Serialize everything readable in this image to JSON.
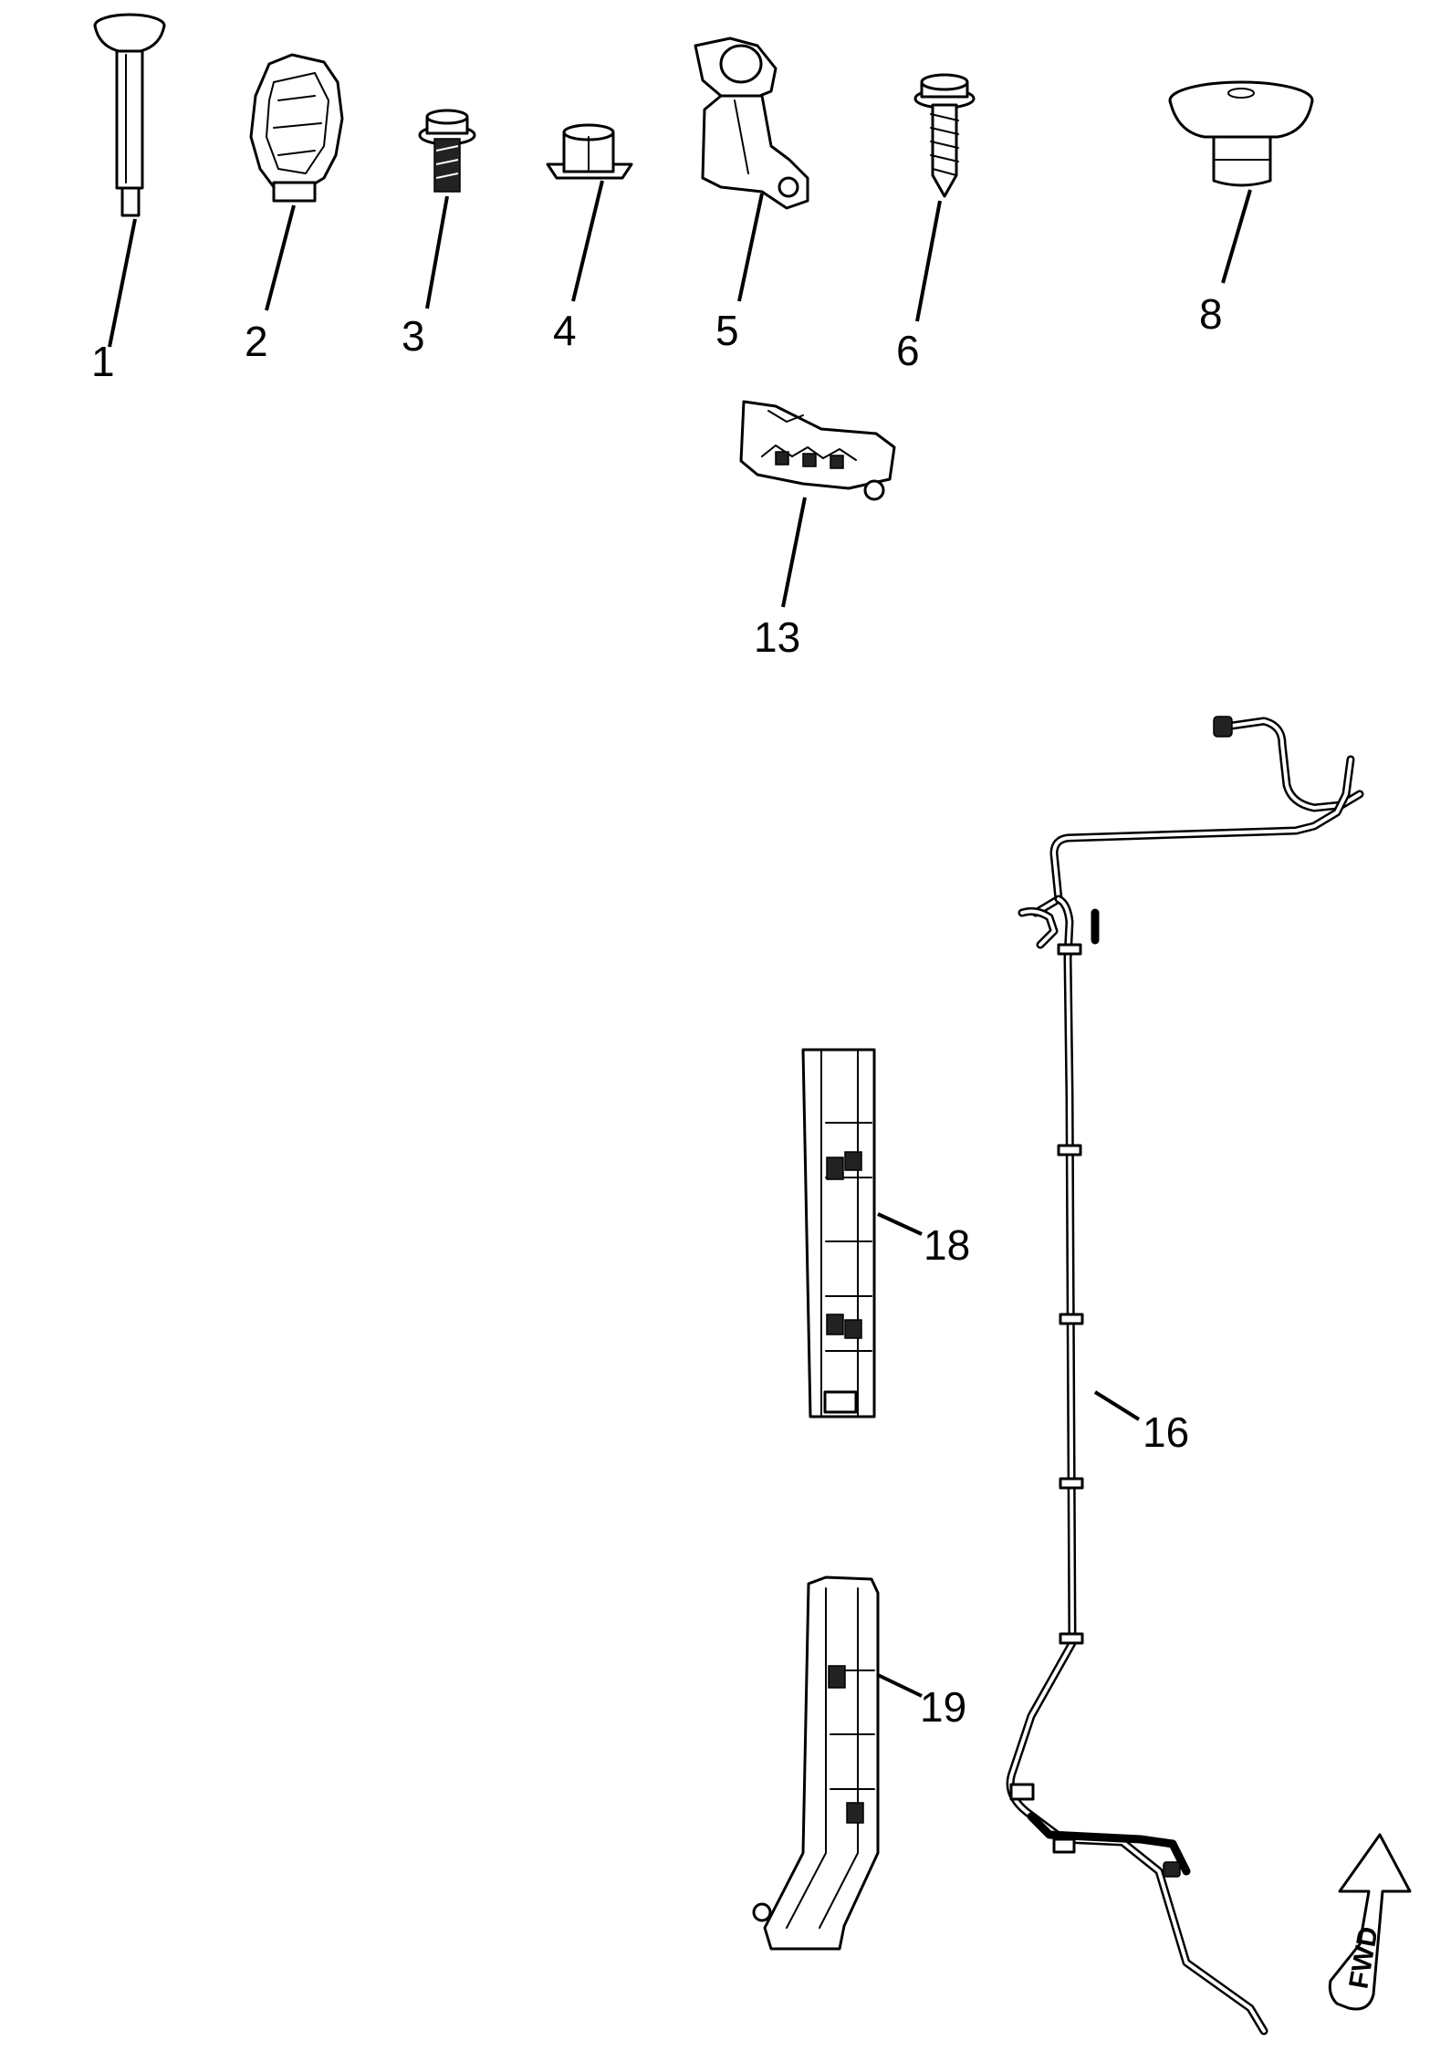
{
  "callouts": {
    "c1": "1",
    "c2": "2",
    "c3": "3",
    "c4": "4",
    "c5": "5",
    "c6": "6",
    "c8": "8",
    "c13": "13",
    "c16": "16",
    "c18": "18",
    "c19": "19"
  },
  "direction_indicator": {
    "label": "FWD"
  },
  "colors": {
    "line": "#000000",
    "background": "#ffffff"
  }
}
